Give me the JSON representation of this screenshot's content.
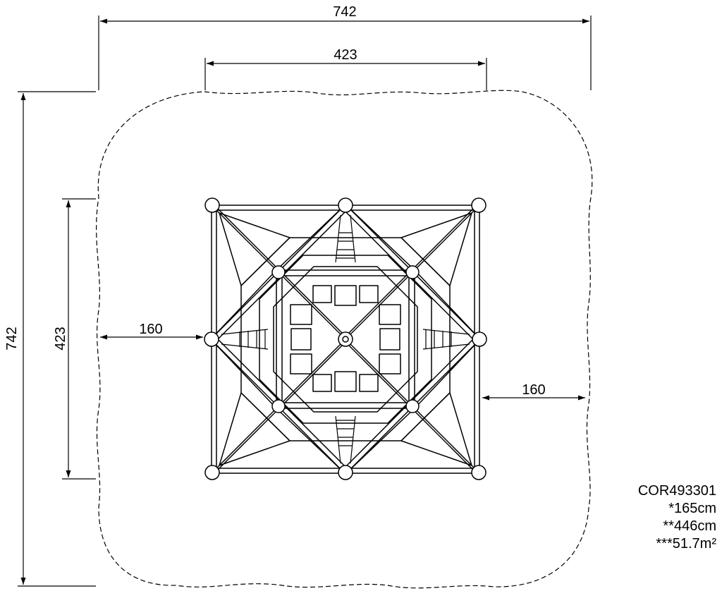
{
  "dimensions": {
    "overall_width": "742",
    "structure_width": "423",
    "overall_height": "742",
    "structure_height": "423",
    "left_clearance": "160",
    "right_clearance": "160"
  },
  "product": {
    "code": "COR493301",
    "height": "*165cm",
    "free_fall": "**446cm",
    "area": "***51.7m²"
  },
  "colors": {
    "line": "#000000",
    "background": "#ffffff"
  }
}
